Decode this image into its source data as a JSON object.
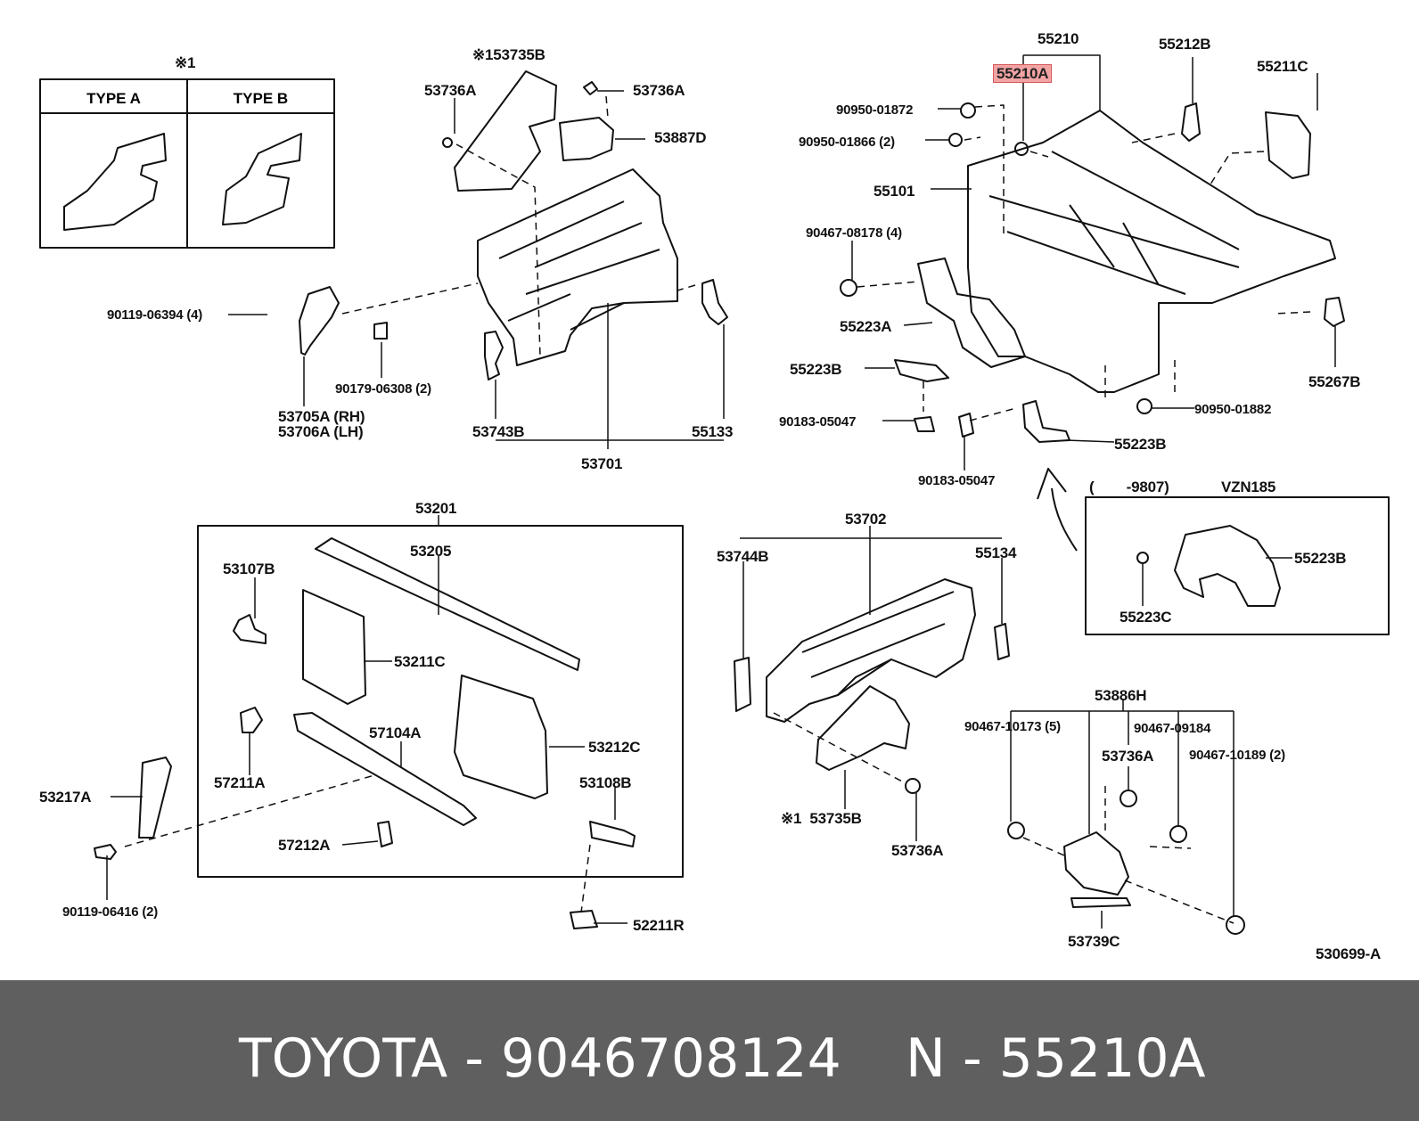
{
  "labels": {
    "note_1": "※1",
    "type_a": "TYPE A",
    "type_b": "TYPE B",
    "p_53735B_top": "※153735B",
    "p_53736A_a": "53736A",
    "p_53736A_b": "53736A",
    "p_53887D": "53887D",
    "p_90119_06394": "90119-06394 (4)",
    "p_90179_06308": "90179-06308 (2)",
    "p_53705A": "53705A (RH)",
    "p_53706A": "53706A (LH)",
    "p_53743B": "53743B",
    "p_53701": "53701",
    "p_55133": "55133",
    "p_55210": "55210",
    "p_55212B": "55212B",
    "p_55211C": "55211C",
    "p_55210A": "55210A",
    "p_90950_01872": "90950-01872",
    "p_90950_01866": "90950-01866 (2)",
    "p_55101": "55101",
    "p_90467_08178": "90467-08178 (4)",
    "p_55223A": "55223A",
    "p_55223B_a": "55223B",
    "p_55267B": "55267B",
    "p_90183_05047_a": "90183-05047",
    "p_90950_01882": "90950-01882",
    "p_55223B_b": "55223B",
    "p_90183_05047_b": "90183-05047",
    "p_range": "(        -9807)",
    "p_vzn185": "VZN185",
    "p_55223B_c": "55223B",
    "p_55223C": "55223C",
    "p_53201": "53201",
    "p_53205": "53205",
    "p_53107B": "53107B",
    "p_53211C": "53211C",
    "p_57104A": "57104A",
    "p_57211A": "57211A",
    "p_53212C": "53212C",
    "p_53217A": "53217A",
    "p_53108B": "53108B",
    "p_57212A": "57212A",
    "p_90119_06416": "90119-06416 (2)",
    "p_52211R": "52211R",
    "p_53702": "53702",
    "p_53744B": "53744B",
    "p_55134": "55134",
    "p_53735B_bottom": "※1  53735B",
    "p_53736A_c": "53736A",
    "p_53886H": "53886H",
    "p_90467_10173": "90467-10173 (5)",
    "p_90467_09184": "90467-09184",
    "p_53736A_d": "53736A",
    "p_90467_10189": "90467-10189 (2)",
    "p_53739C": "53739C",
    "p_530699": "530699-A"
  },
  "footer": {
    "brand_part": "TOYOTA - 9046708124",
    "ref": "N - 55210A"
  },
  "colors": {
    "highlight": "#f2a3a3",
    "footer_bg": "#5f5f5f",
    "line": "#111111"
  }
}
